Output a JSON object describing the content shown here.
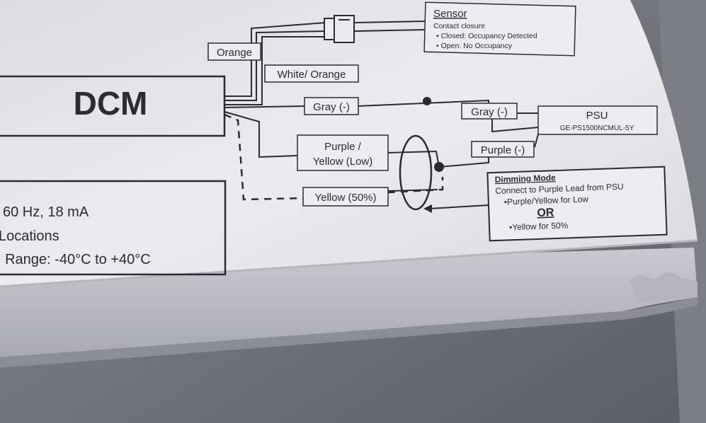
{
  "dcm": {
    "label": "DCM"
  },
  "wires": {
    "orange": "Orange",
    "white_orange": "White/ Orange",
    "gray": "Gray (-)",
    "purple_yellow": [
      "Purple /",
      "Yellow (Low)"
    ],
    "yellow": "Yellow (50%)"
  },
  "sensor": {
    "title": "Sensor",
    "lines": [
      "Contact closure",
      "• Closed: Occupancy Detected",
      "• Open: No Occupancy"
    ]
  },
  "psu": {
    "title": "PSU",
    "model": "GE-PS1500NCMUL-5Y",
    "gray_lead": "Gray (-)",
    "purple_lead": "Purple (-)"
  },
  "dimming": {
    "title": "Dimming Mode",
    "line1": "Connect to Purple Lead from PSU",
    "opt1": "•Purple/Yellow for Low",
    "or": "OR",
    "opt2": "•Yellow for 50%"
  },
  "specs": [
    "60 Hz, 18 mA",
    "Locations",
    ". Range: -40°C to +40°C"
  ],
  "colors": {
    "label_bg": "#ededf0",
    "ink": "#2b2b30",
    "table": "#72727a"
  }
}
